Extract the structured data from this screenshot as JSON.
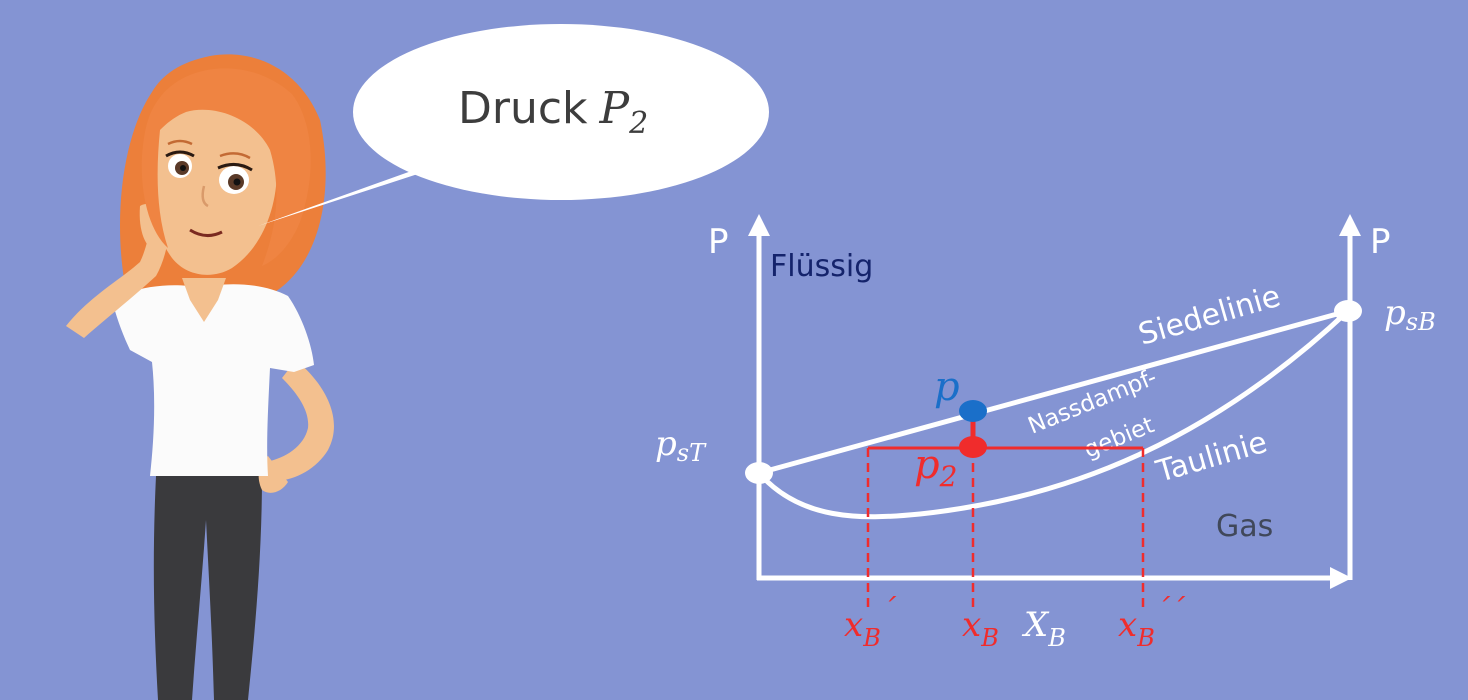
{
  "speech_bubble": {
    "word": "Druck",
    "var": "P",
    "sub": "2"
  },
  "diagram": {
    "left_axis_label": "P",
    "right_axis_label": "P",
    "region_liquid": "Flüssig",
    "region_gas": "Gas",
    "curve_boiling": "Siedelinie",
    "curve_dew": "Taulinie",
    "wet_steam_line1": "Nassdampf-",
    "wet_steam_line2": "gebiet",
    "p_sT": {
      "base": "p",
      "sub": "sT"
    },
    "p_sB": {
      "base": "p",
      "sub": "sB"
    },
    "point_p": "p",
    "point_p2": {
      "base": "p",
      "sub": "2"
    },
    "x_axis": {
      "base": "X",
      "sub": "B"
    },
    "x_liq": {
      "base": "x",
      "sub": "B",
      "mark": "´"
    },
    "x_mid": {
      "base": "x",
      "sub": "B"
    },
    "x_vap": {
      "base": "x",
      "sub": "B",
      "mark": "´´"
    },
    "colors": {
      "background": "#8494d3",
      "white": "#ffffff",
      "red": "#f02c2c",
      "blue": "#1a6fc9",
      "dark_blue_text": "#14236b",
      "gas_text": "#40485a"
    }
  }
}
